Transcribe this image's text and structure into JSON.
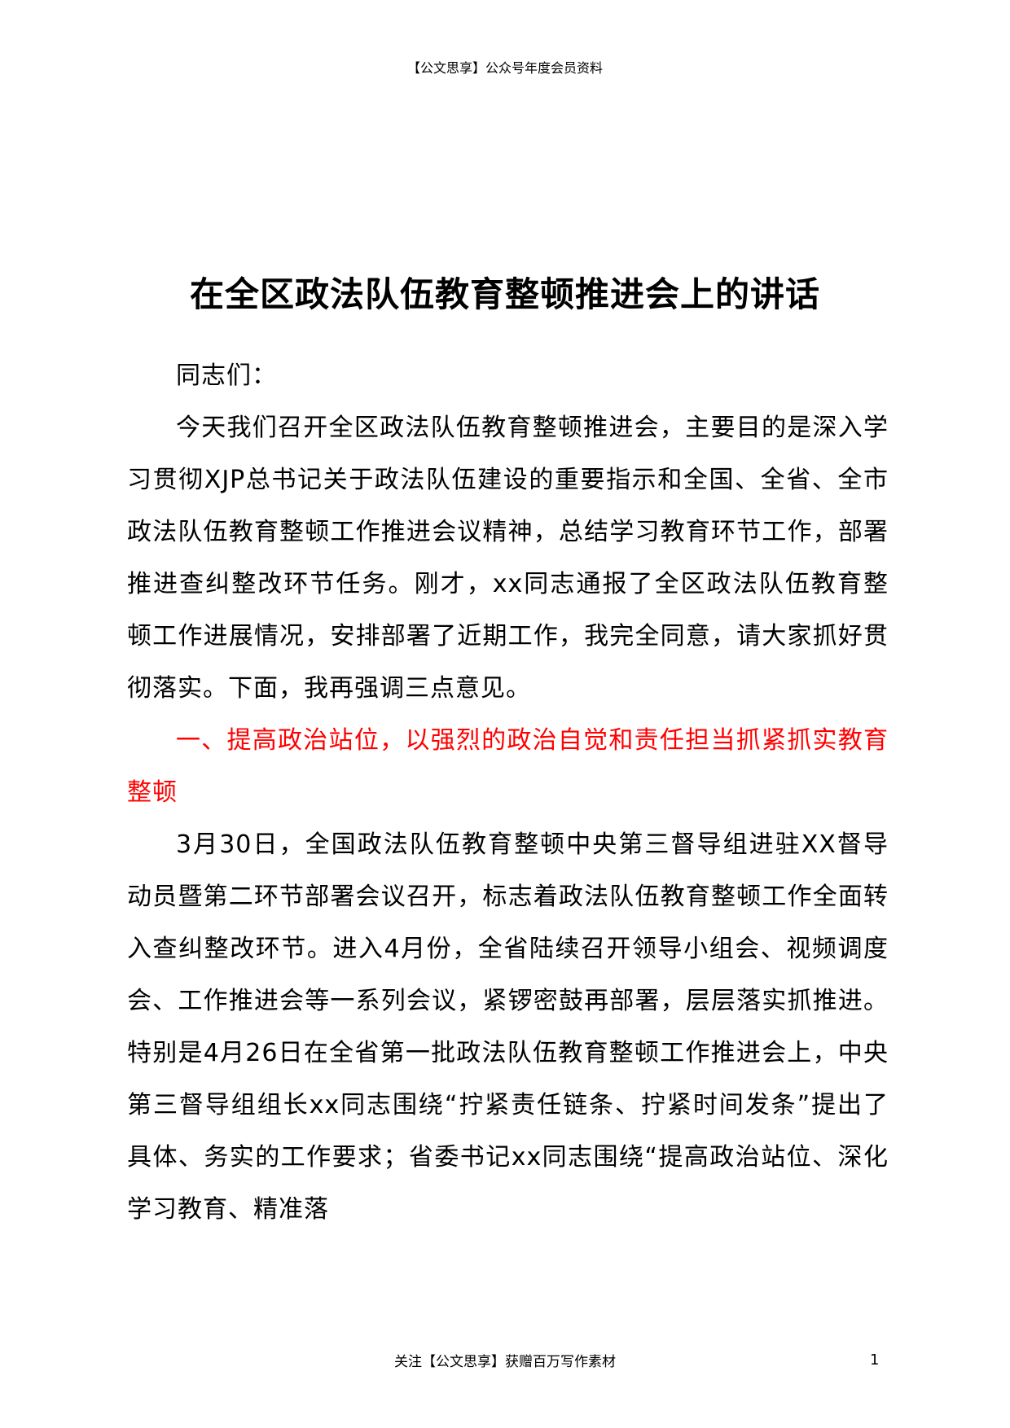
{
  "header": {
    "text": "【公文思享】公众号年度会员资料"
  },
  "document": {
    "title": "在全区政法队伍教育整顿推进会上的讲话",
    "salutation": "同志们：",
    "paragraphs": [
      "今天我们召开全区政法队伍教育整顿推进会，主要目的是深入学习贯彻XJP总书记关于政法队伍建设的重要指示和全国、全省、全市政法队伍教育整顿工作推进会议精神，总结学习教育环节工作，部署推进查纠整改环节任务。刚才，xx同志通报了全区政法队伍教育整顿工作进展情况，安排部署了近期工作，我完全同意，请大家抓好贯彻落实。下面，我再强调三点意见。",
      "3月30日，全国政法队伍教育整顿中央第三督导组进驻XX督导动员暨第二环节部署会议召开，标志着政法队伍教育整顿工作全面转入查纠整改环节。进入4月份，全省陆续召开领导小组会、视频调度会、工作推进会等一系列会议，紧锣密鼓再部署，层层落实抓推进。特别是4月26日在全省第一批政法队伍教育整顿工作推进会上，中央第三督导组组长xx同志围绕“拧紧责任链条、拧紧时间发条”提出了具体、务实的工作要求；省委书记xx同志围绕“提高政治站位、深化学习教育、精准落"
    ],
    "section_heading": "一、提高政治站位，以强烈的政治自觉和责任担当抓紧抓实教育整顿"
  },
  "footer": {
    "text": "关注【公文思享】获赠百万写作素材",
    "page_number": "1"
  },
  "colors": {
    "text": "#000000",
    "heading_red": "#ff0000",
    "background": "#ffffff"
  }
}
